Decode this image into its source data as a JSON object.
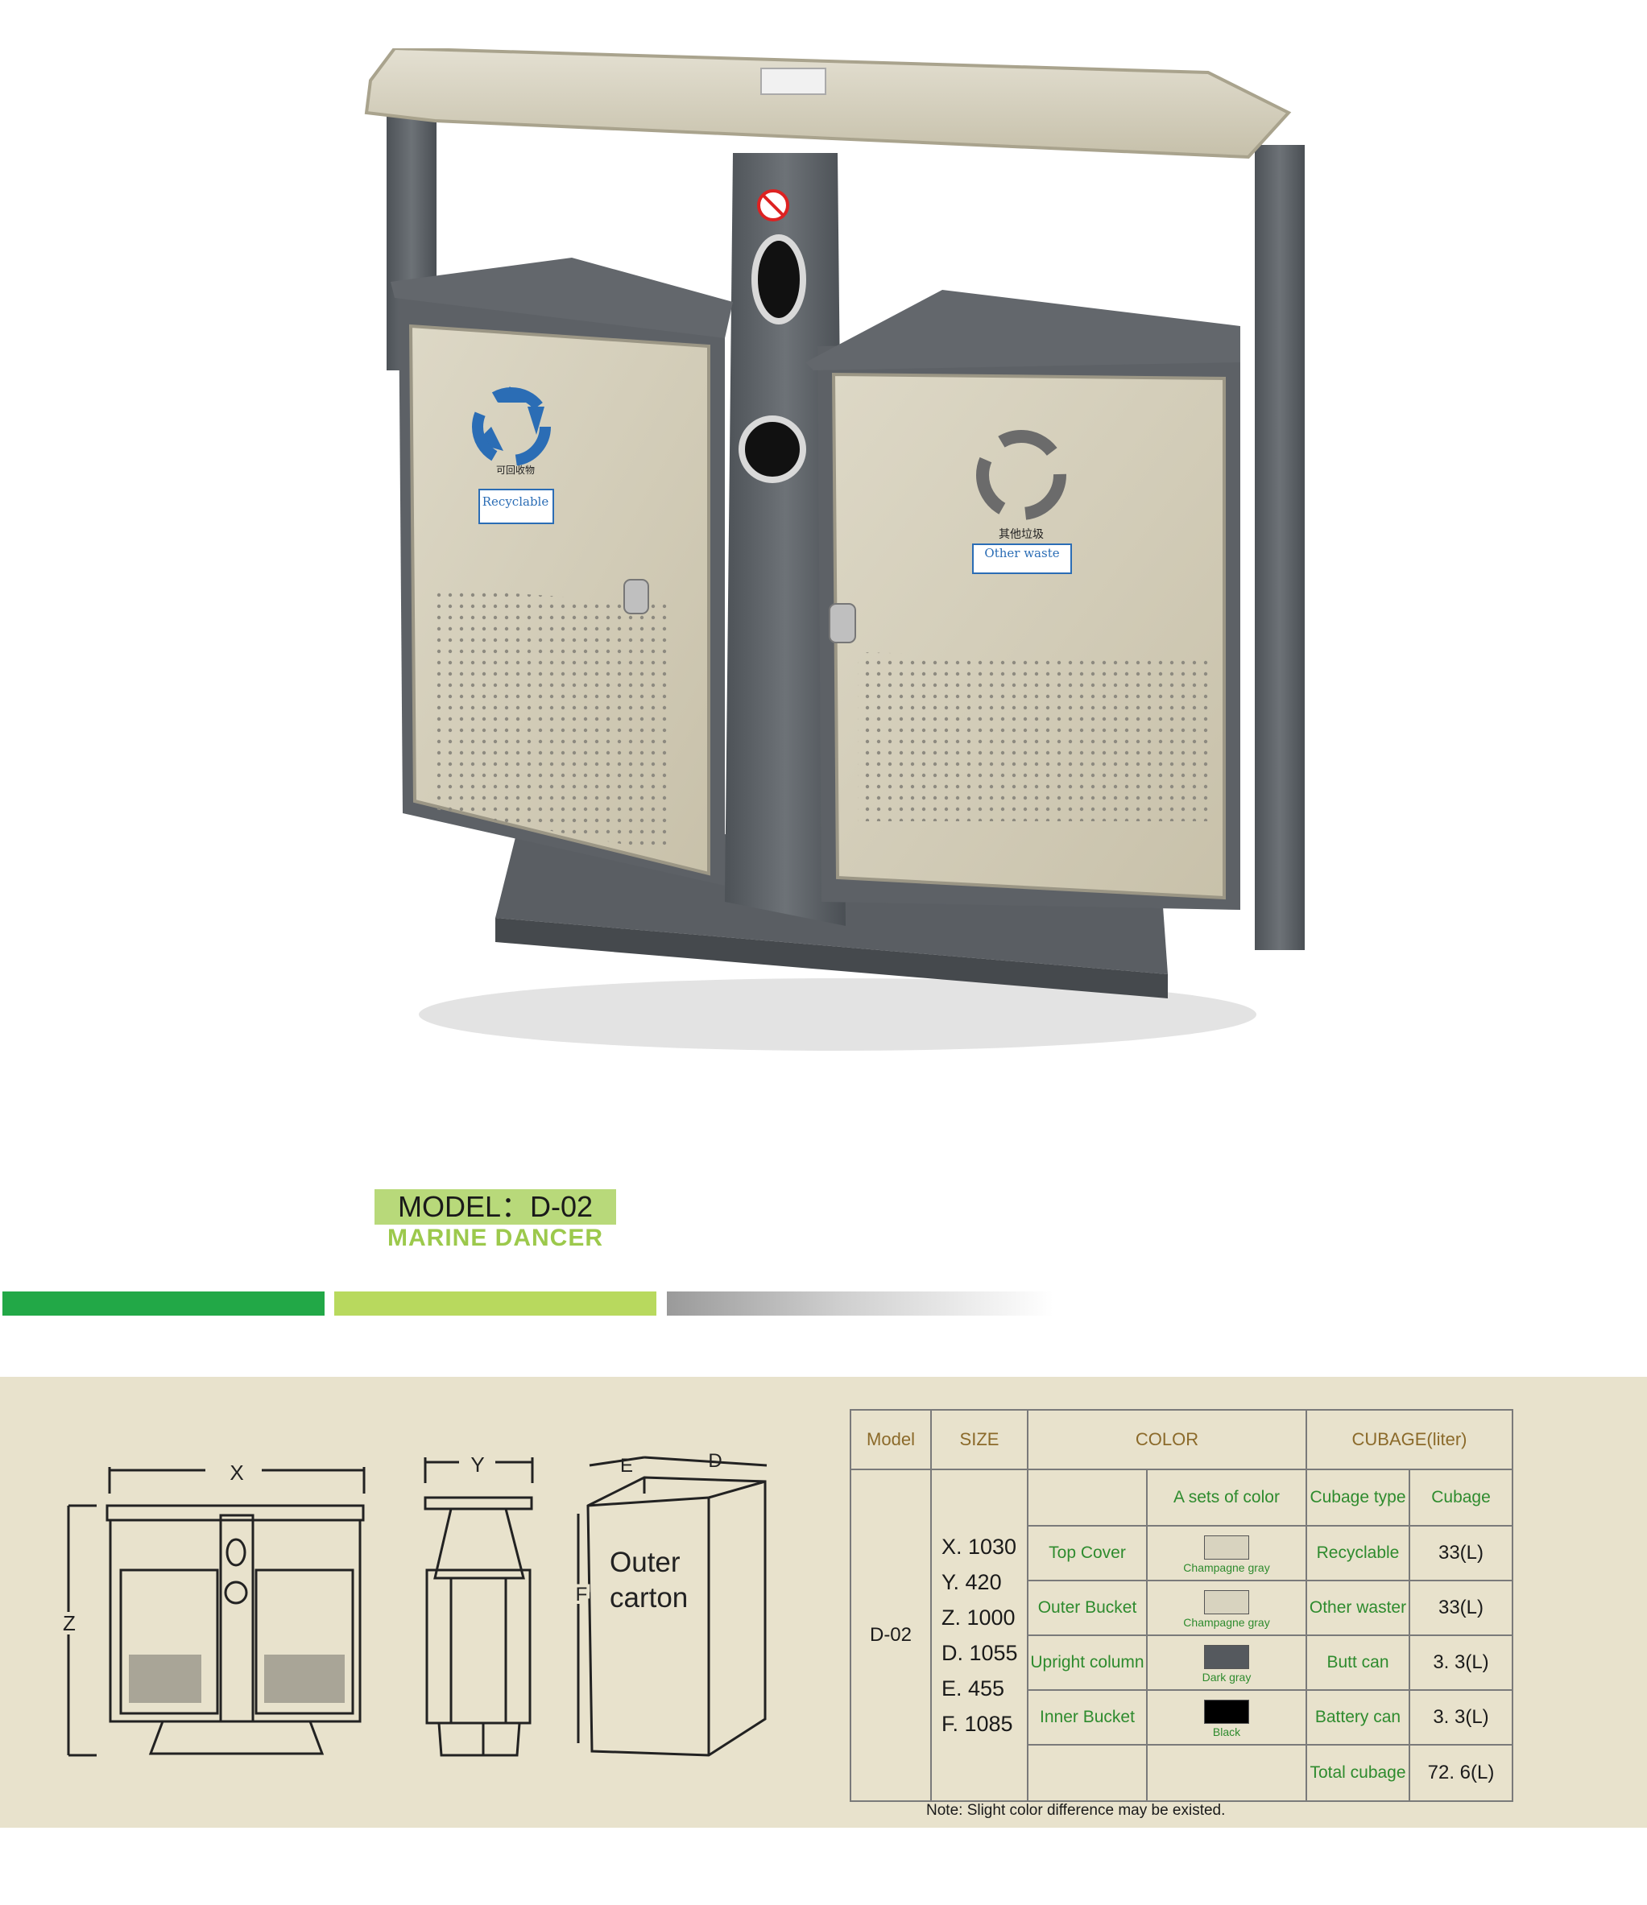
{
  "model": {
    "label": "MODEL：D-02",
    "subtitle": "MARINE DANCER"
  },
  "product": {
    "left_label": {
      "cn": "可回收物",
      "en": "Recyclable"
    },
    "right_label": {
      "cn": "其他垃圾",
      "en": "Other waste"
    },
    "accent_blue": "#2b6db5",
    "body_color": "#d3cdb8",
    "frame_color": "#5d6166"
  },
  "drawings": {
    "front": {
      "x": "X",
      "z": "Z"
    },
    "side": {
      "y": "Y"
    },
    "carton": {
      "e": "E",
      "d": "D",
      "f": "F",
      "text_line1": "Outer",
      "text_line2": "carton"
    }
  },
  "table": {
    "headers": {
      "model": "Model",
      "size": "SIZE",
      "color": "COLOR",
      "cubage": "CUBAGE(liter)"
    },
    "subheaders": {
      "color_set": "A sets of color",
      "cubage_type": "Cubage type",
      "cubage": "Cubage"
    },
    "model_value": "D-02",
    "sizes": [
      "X. 1030",
      "Y. 420",
      "Z. 1000",
      "D. 1055",
      "E. 455",
      "F. 1085"
    ],
    "rows": [
      {
        "part": "Top Cover",
        "swatch_color": "#d8d3bf",
        "swatch_label": "Champagne gray",
        "type": "Recyclable",
        "cubage": "33(L)"
      },
      {
        "part": "Outer Bucket",
        "swatch_color": "#d8d3bf",
        "swatch_label": "Champagne gray",
        "type": "Other waster",
        "cubage": "33(L)"
      },
      {
        "part": "Upright column",
        "swatch_color": "#55595e",
        "swatch_label": "Dark gray",
        "type": "Butt can",
        "cubage": "3. 3(L)"
      },
      {
        "part": "Inner Bucket",
        "swatch_color": "#000000",
        "swatch_label": "Black",
        "type": "Battery can",
        "cubage": "3. 3(L)"
      }
    ],
    "total": {
      "label": "Total cubage",
      "value": "72. 6(L)"
    }
  },
  "note": "Note: Slight color difference may be existed."
}
